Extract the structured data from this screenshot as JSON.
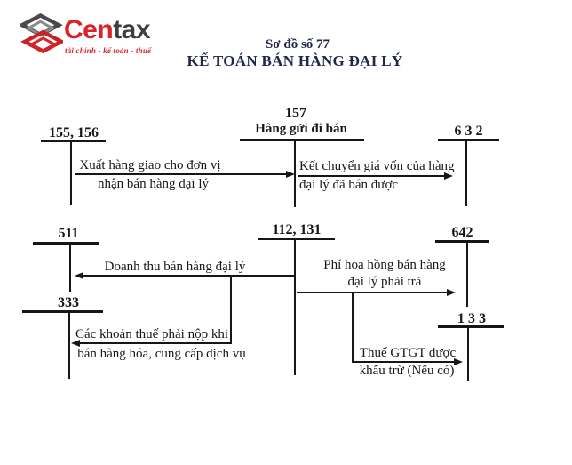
{
  "logo": {
    "brand_cen": "Cen",
    "brand_tax": "tax",
    "tagline": "tài chính - kế toán - thuế"
  },
  "title": {
    "line1": "Sơ đồ số 77",
    "line2": "KẾ TOÁN BÁN HÀNG ĐẠI LÝ"
  },
  "accounts": {
    "a155": "155, 156",
    "a157_num": "157",
    "a157_name": "Hàng gửi đi bán",
    "a632": "6 3 2",
    "a511": "511",
    "a112": "112, 131",
    "a642": "642",
    "a333": "333",
    "a133": "1 3 3"
  },
  "flows": {
    "issue_goods_1": "Xuất hàng giao cho đơn vị",
    "issue_goods_2": "nhận bán hàng đại lý",
    "cogs_1": "Kết chuyển giá vốn của hàng",
    "cogs_2": "đại lý đã bán được",
    "revenue": "Doanh thu bán hàng đại lý",
    "commission_1": "Phí hoa hồng bán hàng",
    "commission_2": "đại lý phải trả",
    "tax_payable_1": "Các khoản thuế phải nộp khi",
    "tax_payable_2": "bán hàng hóa, cung cấp dịch vụ",
    "vat_1": "Thuế GTGT được",
    "vat_2": "khấu trừ (Nếu có)"
  },
  "colors": {
    "brand_red": "#d8232a",
    "brand_dark": "#3f3f41",
    "title_color": "#21264a",
    "ink": "#161616"
  }
}
